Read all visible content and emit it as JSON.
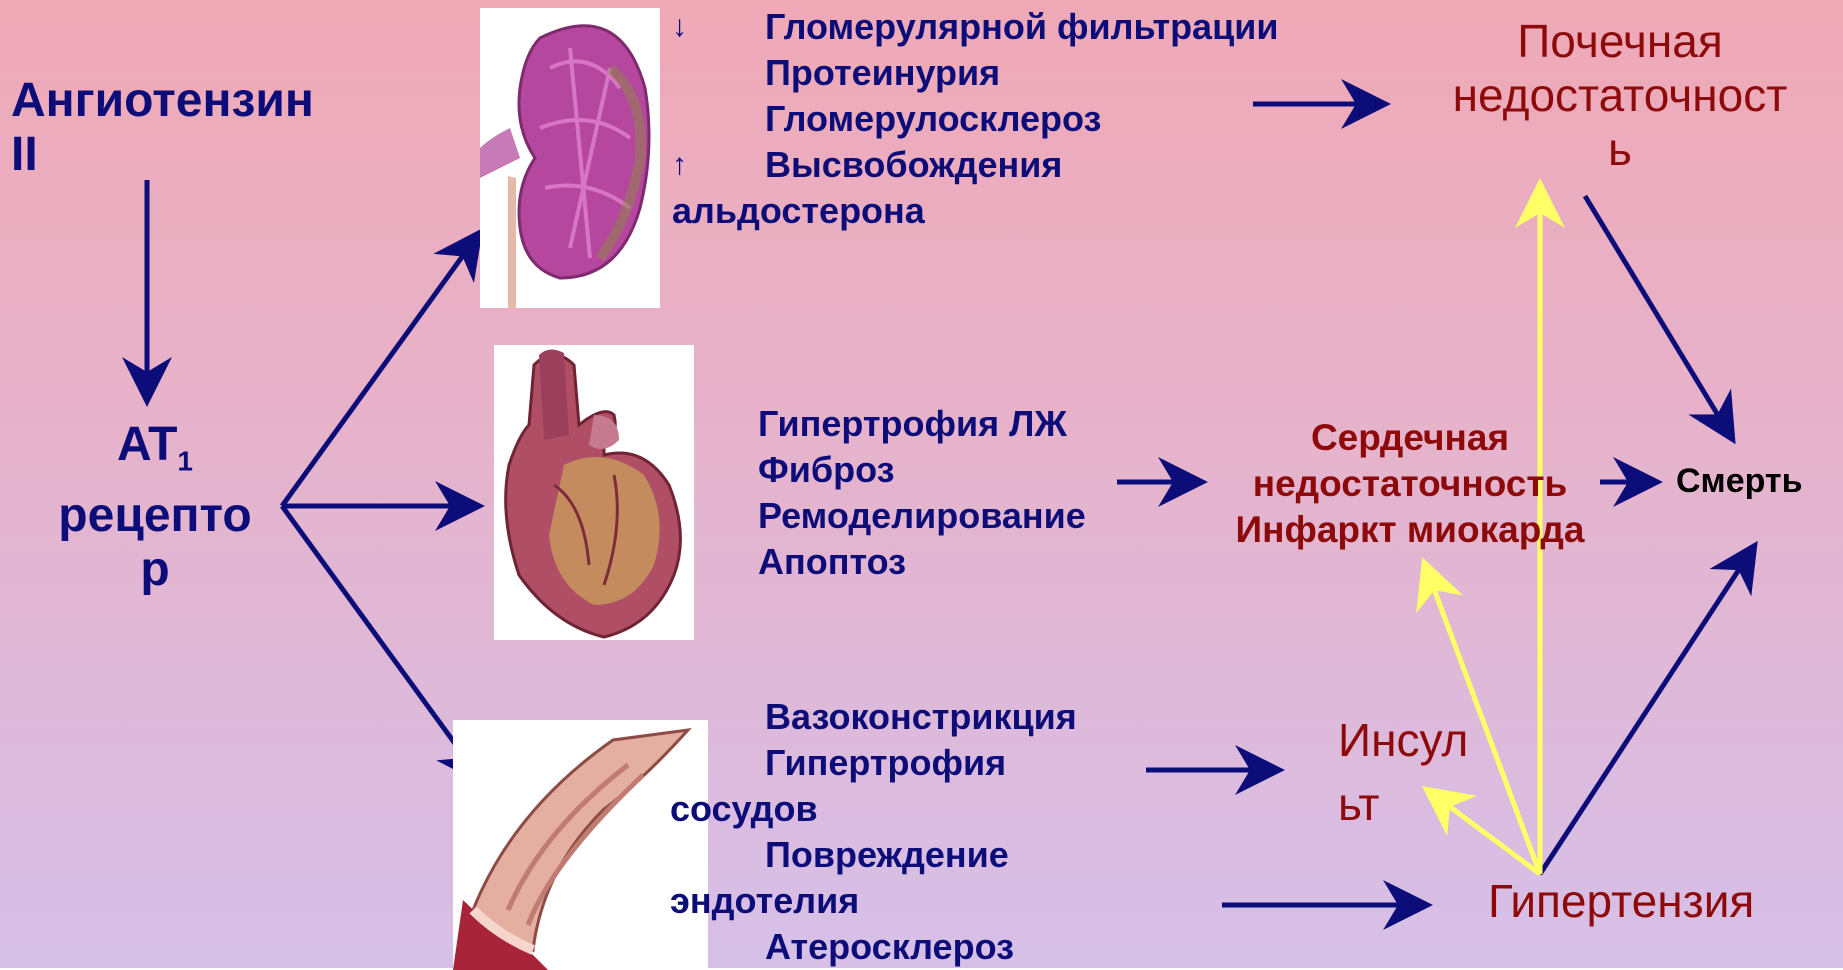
{
  "colors": {
    "arrow_main": "#0D0D7A",
    "arrow_secondary": "#FFFF66",
    "outcome_text": "#8E0A0A",
    "body_text": "#0D0D7A"
  },
  "source": {
    "line1": "Ангиотензин",
    "line2": "II"
  },
  "receptor": {
    "at": "AT",
    "subscript": "1",
    "line2": "рецепто",
    "line3": "р"
  },
  "kidney": {
    "image_icon": "kidney-illustration",
    "down_symbol": "↓",
    "up_symbol": "↑",
    "line1": "Гломерулярной фильтрации",
    "line2": "Протеинурия",
    "line3": "Гломерулосклероз",
    "line4": "Высвобождения",
    "line5": "альдостерона"
  },
  "heart": {
    "image_icon": "heart-illustration",
    "line1": "Гипертрофия ЛЖ",
    "line2": "Фиброз",
    "line3": "Ремоделирование",
    "line4": "Апоптоз"
  },
  "vessel": {
    "image_icon": "blood-vessel-illustration",
    "line1": "Вазоконстрикция",
    "line2": "Гипертрофия",
    "line3": "сосудов",
    "line4": "Повреждение",
    "line5": "эндотелия",
    "line6": "Атеросклероз"
  },
  "outcomes": {
    "renal": {
      "line1": "Почечная",
      "line2": "недостаточност",
      "line3": "ь"
    },
    "cardiac": {
      "line1": "Сердечная",
      "line2": "недостаточность",
      "line3": "Инфаркт миокарда"
    },
    "death": "Смерть",
    "stroke": {
      "line1": "Инсул",
      "line2": "ьт"
    },
    "hypertension": "Гипертензия"
  }
}
